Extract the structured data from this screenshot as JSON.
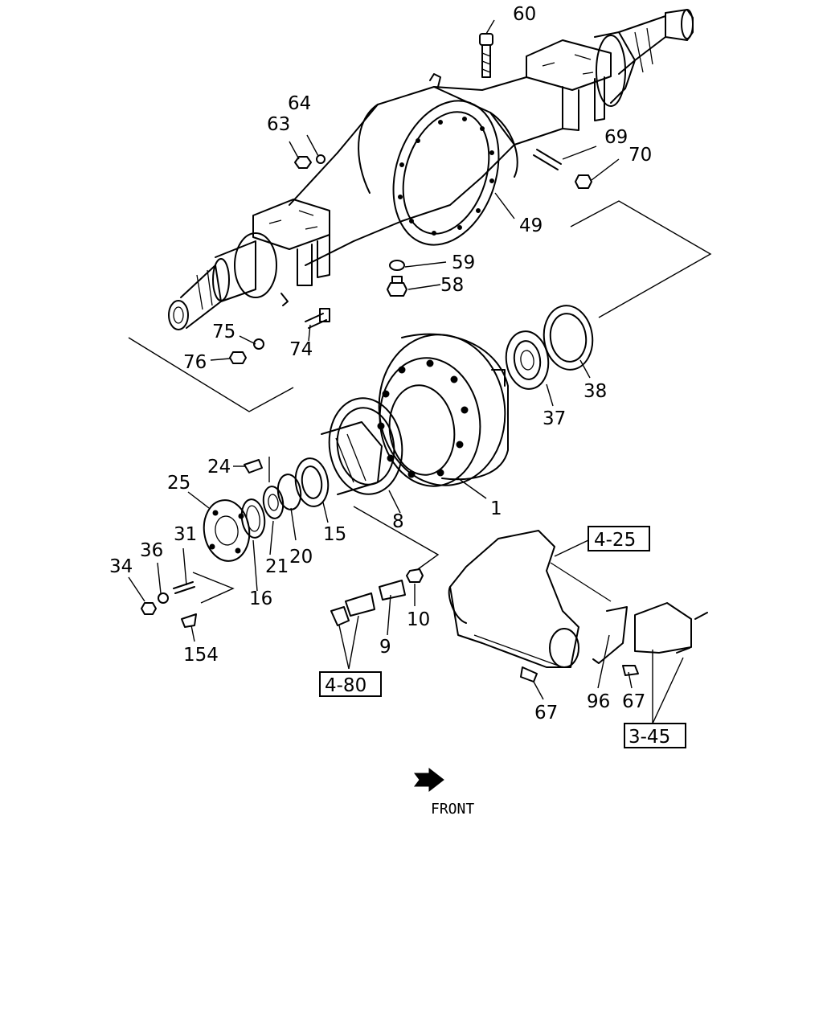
{
  "part_labels": {
    "p60": "60",
    "p64": "64",
    "p63": "63",
    "p69": "69",
    "p70": "70",
    "p49": "49",
    "p59": "59",
    "p58": "58",
    "p75": "75",
    "p74": "74",
    "p76": "76",
    "p38": "38",
    "p37": "37",
    "p1": "1",
    "p8": "8",
    "p15": "15",
    "p20": "20",
    "p21": "21",
    "p16": "16",
    "p24": "24",
    "p25": "25",
    "p31": "31",
    "p36": "36",
    "p34": "34",
    "p154": "154",
    "p10": "10",
    "p9": "9",
    "p96": "96",
    "p67a": "67",
    "p67b": "67"
  },
  "refs": {
    "r425": "4-25",
    "r480": "4-80",
    "r345": "3-45"
  },
  "front_label": "FRONT"
}
